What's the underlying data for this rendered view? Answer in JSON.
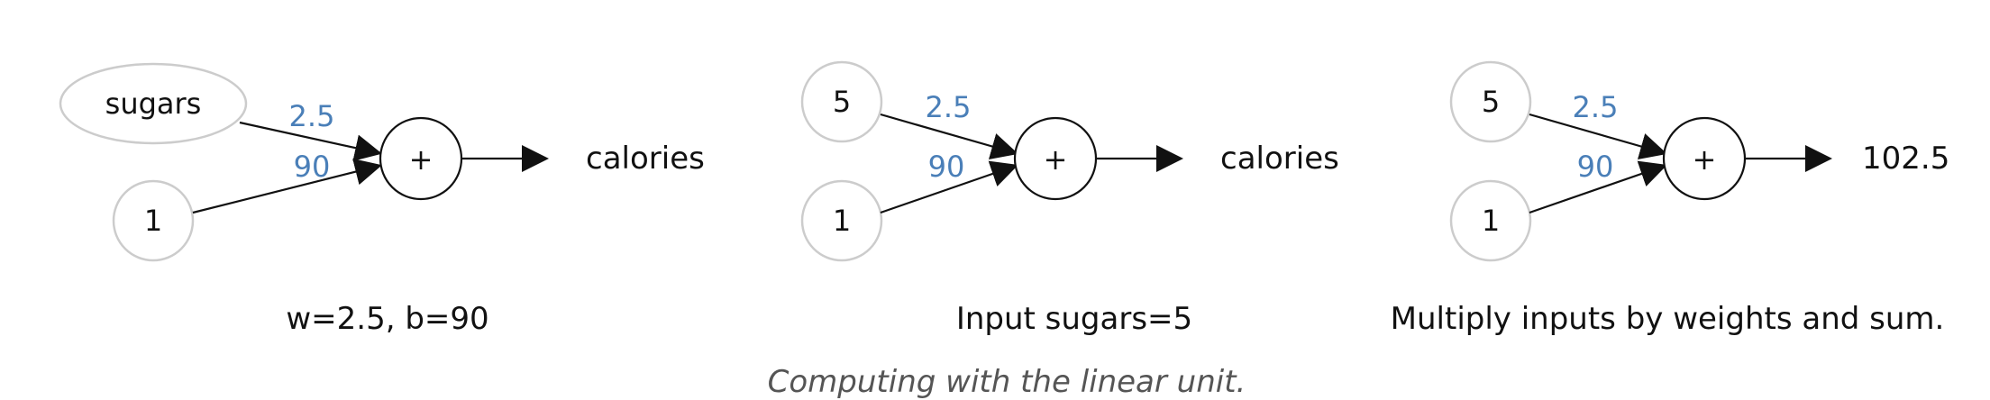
{
  "panels": [
    {
      "input_top": "sugars",
      "input_bottom": "1",
      "weight_top": "2.5",
      "weight_bottom": "90",
      "op": "+",
      "output": "calories",
      "caption": "w=2.5, b=90"
    },
    {
      "input_top": "5",
      "input_bottom": "1",
      "weight_top": "2.5",
      "weight_bottom": "90",
      "op": "+",
      "output": "calories",
      "caption": "Input sugars=5"
    },
    {
      "input_top": "5",
      "input_bottom": "1",
      "weight_top": "2.5",
      "weight_bottom": "90",
      "op": "+",
      "output": "102.5",
      "caption": "Multiply inputs by weights and sum."
    }
  ],
  "figure_caption": "Computing with the linear unit.",
  "colors": {
    "weight_label": "#4a7fb8",
    "input_stroke": "#cccccc",
    "sum_stroke": "#111111",
    "arrow": "#111111",
    "caption_text": "#555555"
  }
}
